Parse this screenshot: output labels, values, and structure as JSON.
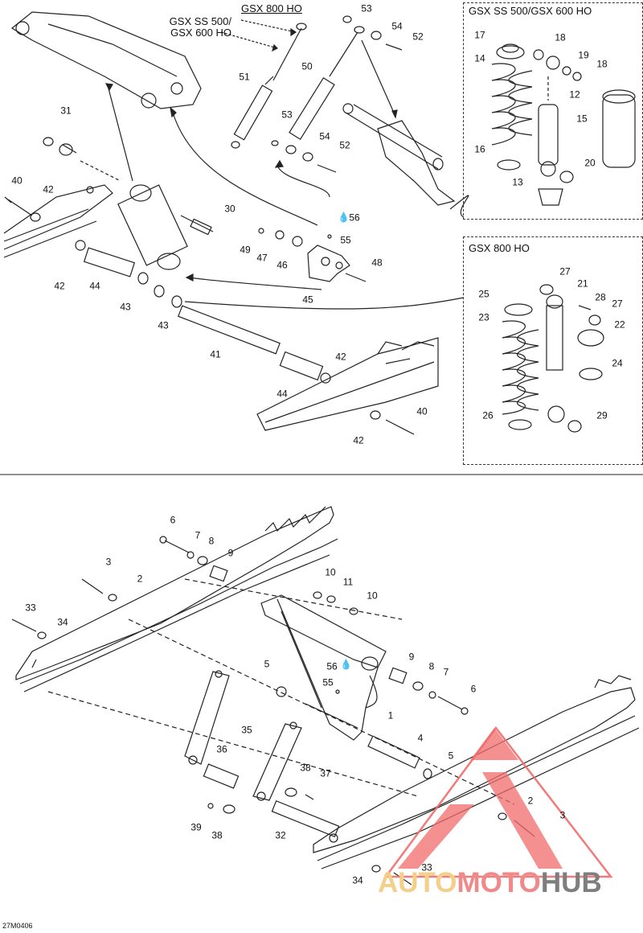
{
  "titles": {
    "gsx_ss500_600": "GSX SS 500/\nGSX 600 HO",
    "gsx_800_top": "GSX 800 HO",
    "box1": "GSX SS 500/GSX 600 HO",
    "box2": "GSX 800 HO"
  },
  "labels_top": [
    "53",
    "54",
    "52",
    "51",
    "50",
    "53",
    "54",
    "52",
    "31",
    "40",
    "42",
    "30",
    "49",
    "47",
    "46",
    "56",
    "55",
    "48",
    "42",
    "44",
    "43",
    "43",
    "41",
    "45",
    "42",
    "44",
    "42",
    "40"
  ],
  "labels_box1": [
    "17",
    "18",
    "19",
    "18",
    "14",
    "12",
    "15",
    "16",
    "20",
    "13"
  ],
  "labels_box2": [
    "27",
    "21",
    "28",
    "27",
    "25",
    "23",
    "22",
    "24",
    "26",
    "29"
  ],
  "labels_bottom": [
    "6",
    "7",
    "8",
    "9",
    "3",
    "2",
    "33",
    "34",
    "10",
    "11",
    "10",
    "5",
    "56",
    "55",
    "9",
    "8",
    "7",
    "6",
    "1",
    "35",
    "36",
    "4",
    "5",
    "38",
    "37",
    "39",
    "38",
    "32",
    "2",
    "3",
    "34",
    "33"
  ],
  "ref_code": "27M0406",
  "watermark": {
    "part1": "AUTO",
    "part2": "MOTO",
    "part3": "HUB"
  },
  "colors": {
    "line": "#222222",
    "triangle": "#f26b6b",
    "logo_auto": "#f4cf8a",
    "logo_moto": "#f08a8a",
    "logo_hub": "#7e7e7e"
  }
}
